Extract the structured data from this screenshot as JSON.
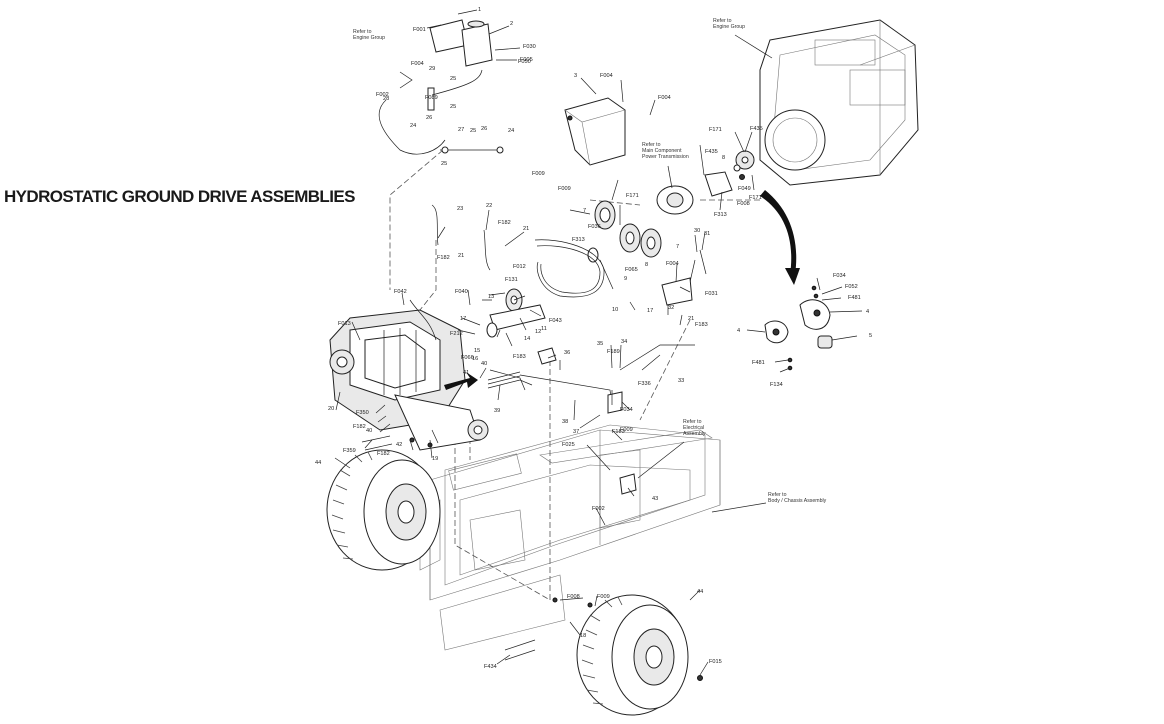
{
  "page": {
    "title": "HYDROSTATIC GROUND DRIVE ASSEMBLIES"
  },
  "references": {
    "engine_group_top": "Refer to\nEngine Group",
    "engine_group_right": "Refer to\nEngine Group",
    "main_component": "Refer to\nMain Component\nPower Transmission",
    "electrical": "Refer to\nElectrical\nAssembly",
    "body_chassis": "Refer to\nBody / Chassis Assembly"
  },
  "callouts": [
    {
      "t": "1"
    },
    {
      "t": "2"
    },
    {
      "t": "3"
    },
    {
      "t": "4"
    },
    {
      "t": "4"
    },
    {
      "t": "5"
    },
    {
      "t": "7"
    },
    {
      "t": "7"
    },
    {
      "t": "8"
    },
    {
      "t": "8"
    },
    {
      "t": "9"
    },
    {
      "t": "10"
    },
    {
      "t": "11"
    },
    {
      "t": "12"
    },
    {
      "t": "13"
    },
    {
      "t": "14"
    },
    {
      "t": "15"
    },
    {
      "t": "16"
    },
    {
      "t": "17"
    },
    {
      "t": "17"
    },
    {
      "t": "18"
    },
    {
      "t": "19"
    },
    {
      "t": "20"
    },
    {
      "t": "21"
    },
    {
      "t": "21"
    },
    {
      "t": "21"
    },
    {
      "t": "22"
    },
    {
      "t": "23"
    },
    {
      "t": "24"
    },
    {
      "t": "24"
    },
    {
      "t": "25"
    },
    {
      "t": "25"
    },
    {
      "t": "25"
    },
    {
      "t": "25"
    },
    {
      "t": "26"
    },
    {
      "t": "26"
    },
    {
      "t": "27"
    },
    {
      "t": "28"
    },
    {
      "t": "29"
    },
    {
      "t": "30"
    },
    {
      "t": "31"
    },
    {
      "t": "32"
    },
    {
      "t": "33"
    },
    {
      "t": "34"
    },
    {
      "t": "35"
    },
    {
      "t": "36"
    },
    {
      "t": "37"
    },
    {
      "t": "38"
    },
    {
      "t": "39"
    },
    {
      "t": "40"
    },
    {
      "t": "40"
    },
    {
      "t": "41"
    },
    {
      "t": "42"
    },
    {
      "t": "43"
    },
    {
      "t": "44"
    },
    {
      "t": "44"
    },
    {
      "t": "F001"
    },
    {
      "t": "F002"
    },
    {
      "t": "F002"
    },
    {
      "t": "F004"
    },
    {
      "t": "F004"
    },
    {
      "t": "F004"
    },
    {
      "t": "F004"
    },
    {
      "t": "F005"
    },
    {
      "t": "F008"
    },
    {
      "t": "F008"
    },
    {
      "t": "F009"
    },
    {
      "t": "F009"
    },
    {
      "t": "F009"
    },
    {
      "t": "F009"
    },
    {
      "t": "F012"
    },
    {
      "t": "F013"
    },
    {
      "t": "F015"
    },
    {
      "t": "F025"
    },
    {
      "t": "F030"
    },
    {
      "t": "F031"
    },
    {
      "t": "F034"
    },
    {
      "t": "F034"
    },
    {
      "t": "F036"
    },
    {
      "t": "F040"
    },
    {
      "t": "F042"
    },
    {
      "t": "F043"
    },
    {
      "t": "F049"
    },
    {
      "t": "F050"
    },
    {
      "t": "F052"
    },
    {
      "t": "F065"
    },
    {
      "t": "F066"
    },
    {
      "t": "F089"
    },
    {
      "t": "F131"
    },
    {
      "t": "F134"
    },
    {
      "t": "F171"
    },
    {
      "t": "F171"
    },
    {
      "t": "F171"
    },
    {
      "t": "F182"
    },
    {
      "t": "F182"
    },
    {
      "t": "F182"
    },
    {
      "t": "F182"
    },
    {
      "t": "F183"
    },
    {
      "t": "F183"
    },
    {
      "t": "F183"
    },
    {
      "t": "F189"
    },
    {
      "t": "F212"
    },
    {
      "t": "F313"
    },
    {
      "t": "F313"
    },
    {
      "t": "F336"
    },
    {
      "t": "F350"
    },
    {
      "t": "F359"
    },
    {
      "t": "F434"
    },
    {
      "t": "F435"
    },
    {
      "t": "F435"
    },
    {
      "t": "F481"
    },
    {
      "t": "F481"
    }
  ]
}
